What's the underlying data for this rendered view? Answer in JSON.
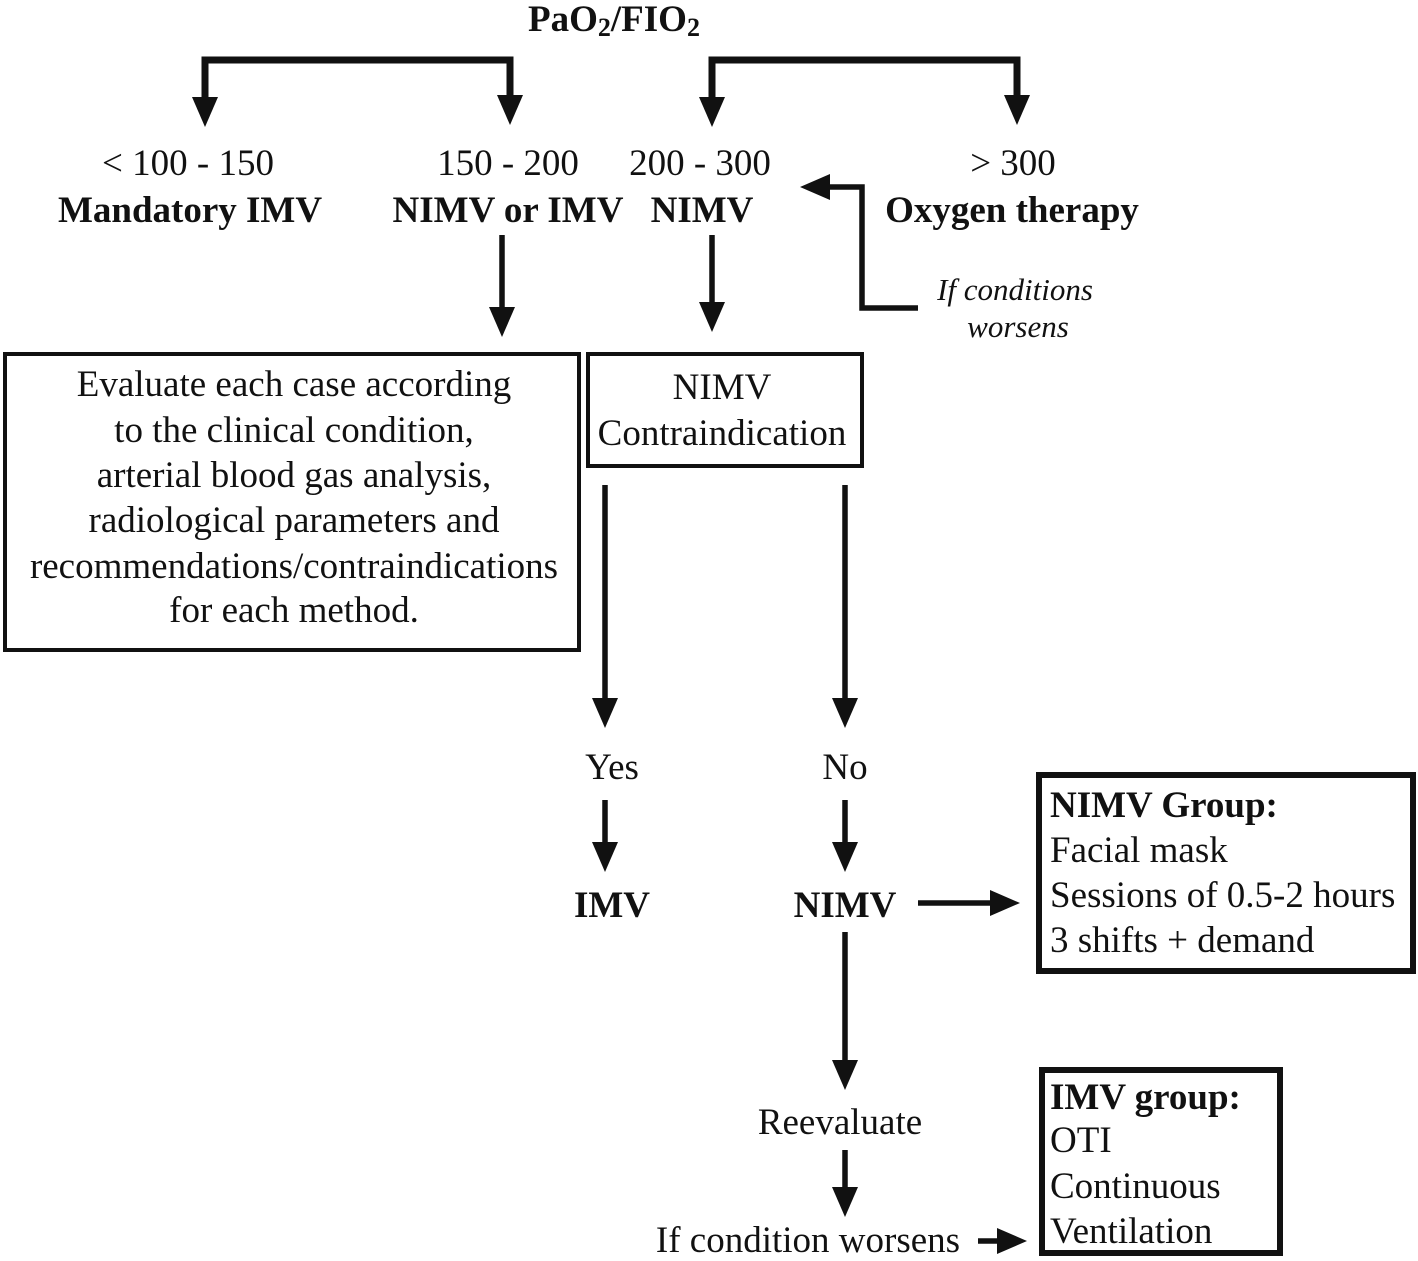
{
  "title": {
    "pre": "PaO",
    "sub1": "2",
    "mid": "/FIO",
    "sub2": "2"
  },
  "branches": [
    {
      "range": "< 100 - 150",
      "action": "Mandatory IMV"
    },
    {
      "range": "150 - 200",
      "action": "NIMV or IMV"
    },
    {
      "range": "200 - 300",
      "action": "NIMV"
    },
    {
      "range": "> 300",
      "action": "Oxygen therapy"
    }
  ],
  "feedback_note": [
    "If conditions",
    "worsens"
  ],
  "evaluate_box": {
    "lines": [
      "Evaluate each case according",
      "to the clinical condition,",
      "arterial blood gas analysis,",
      "radiological parameters and",
      "recommendations/contraindications",
      "for each method."
    ]
  },
  "contraindication_box": {
    "lines": [
      "NIMV",
      "Contraindication"
    ]
  },
  "decision": {
    "yes": "Yes",
    "no": "No",
    "yes_result": "IMV",
    "no_result": "NIMV"
  },
  "nimv_group": {
    "heading": "NIMV Group:",
    "items": [
      "Facial mask",
      "Sessions of 0.5-2 hours",
      "3 shifts + demand"
    ]
  },
  "reevaluate": "Reevaluate",
  "worsens": "If condition worsens",
  "imv_group": {
    "heading": "IMV group:",
    "items": [
      "OTI",
      "Continuous",
      "Ventilation"
    ]
  }
}
